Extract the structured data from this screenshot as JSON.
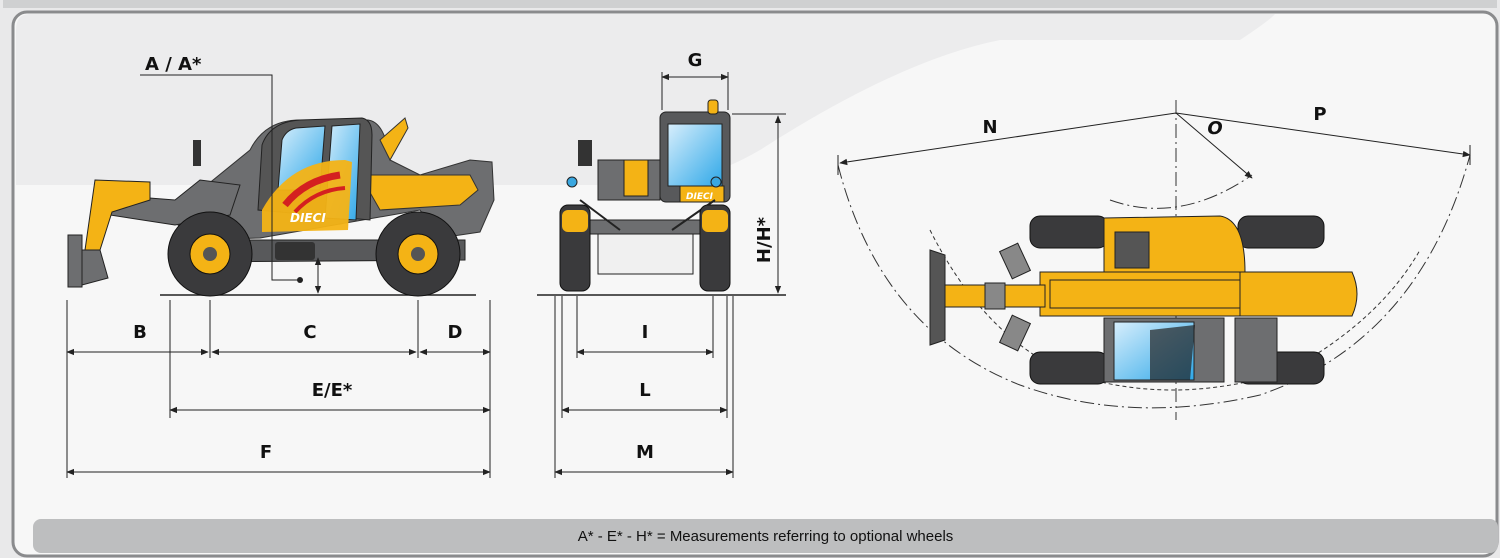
{
  "labels": {
    "a": "A / A*",
    "b": "B",
    "c": "C",
    "d": "D",
    "e": "E/E*",
    "f": "F",
    "g": "G",
    "h": "H/H*",
    "i": "I",
    "l": "L",
    "m": "M",
    "n": "N",
    "o": "O",
    "p": "P"
  },
  "brand": "DIECI",
  "footnote": "A* - E* - H* = Measurements referring to optional wheels",
  "colors": {
    "machine_yellow": "#f4b315",
    "machine_gray": "#6d6e70",
    "frame_border": "#8a8b8d"
  }
}
